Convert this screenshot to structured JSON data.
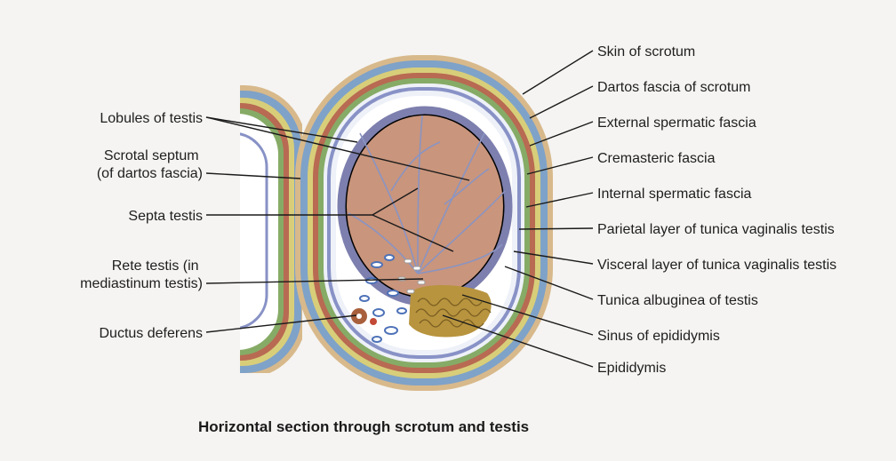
{
  "caption": "Horizontal section through scrotum and testis",
  "labels_left": [
    {
      "key": "lobules",
      "lines": [
        "Lobules of testis"
      ]
    },
    {
      "key": "septum",
      "lines": [
        "Scrotal septum",
        "(of dartos fascia)"
      ]
    },
    {
      "key": "septa",
      "lines": [
        "Septa testis"
      ]
    },
    {
      "key": "rete",
      "lines": [
        "Rete testis (in",
        "mediastinum testis)"
      ]
    },
    {
      "key": "ductus",
      "lines": [
        "Ductus deferens"
      ]
    }
  ],
  "labels_right": [
    {
      "key": "skin",
      "lines": [
        "Skin of scrotum"
      ]
    },
    {
      "key": "dartos",
      "lines": [
        "Dartos fascia of scrotum"
      ]
    },
    {
      "key": "external",
      "lines": [
        "External spermatic fascia"
      ]
    },
    {
      "key": "cremasteric",
      "lines": [
        "Cremasteric fascia"
      ]
    },
    {
      "key": "internal",
      "lines": [
        "Internal spermatic fascia"
      ]
    },
    {
      "key": "parietal",
      "lines": [
        "Parietal layer of tunica vaginalis testis"
      ]
    },
    {
      "key": "visceral",
      "lines": [
        "Visceral layer of tunica vaginalis testis"
      ]
    },
    {
      "key": "albuginea",
      "lines": [
        "Tunica albuginea of testis"
      ]
    },
    {
      "key": "sinus",
      "lines": [
        "Sinus of epididymis"
      ]
    },
    {
      "key": "epididymis",
      "lines": [
        "Epididymis"
      ]
    }
  ],
  "colors": {
    "background": "#f5f4f2",
    "skin": "#d8b98b",
    "dartos": "#7fa2c8",
    "external": "#d8ce7a",
    "cremasteric": "#b86a52",
    "internal": "#86ab66",
    "vaginalis": "#8892c6",
    "albuginea": "#7d7fae",
    "testis": "#c9957c",
    "epididymis": "#b8943e",
    "ductus": "#a8603c",
    "rete": "#4e72b8"
  }
}
